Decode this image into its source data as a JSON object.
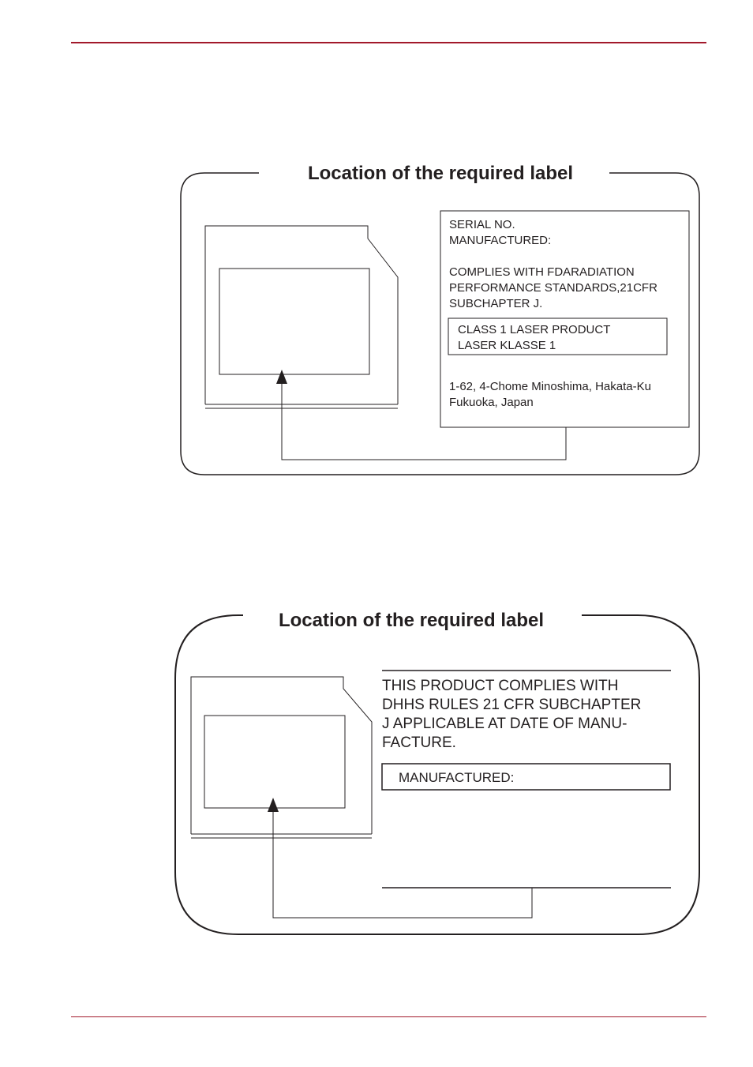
{
  "colors": {
    "rule": "#a2192b",
    "ink": "#231f20"
  },
  "diagram1": {
    "title": "Location of the required label",
    "label_lines": [
      "SERIAL NO.",
      "MANUFACTURED:",
      "COMPLIES WITH FDARADIATION",
      "PERFORMANCE STANDARDS,21CFR",
      "SUBCHAPTER J."
    ],
    "class_box_lines": [
      "CLASS 1 LASER PRODUCT",
      "LASER KLASSE 1"
    ],
    "address_lines": [
      "1-62, 4-Chome Minoshima, Hakata-Ku",
      "Fukuoka, Japan"
    ]
  },
  "diagram2": {
    "title": "Location of the required label",
    "label_lines": [
      "THIS PRODUCT COMPLIES WITH",
      "DHHS RULES 21 CFR SUBCHAPTER",
      "J APPLICABLE AT DATE OF MANU-",
      "FACTURE."
    ],
    "manufactured_box": "MANUFACTURED:"
  }
}
